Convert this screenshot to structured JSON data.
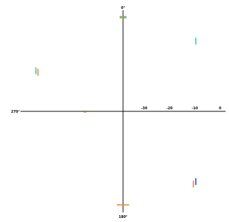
{
  "chart_data": {
    "type": "scatter",
    "coordinate_system": "polar",
    "title": "",
    "radial_axis": {
      "range": [
        -40,
        0
      ],
      "ticks": [
        -30,
        -20,
        -10,
        0
      ],
      "tick_labels": [
        "-30",
        "-20",
        "-10",
        "0"
      ]
    },
    "angular_axis": {
      "ticks": [
        0,
        180,
        270
      ],
      "tick_labels": [
        "0°",
        "180°",
        "270°"
      ],
      "direction": "clockwise",
      "zero_position": "top"
    },
    "grid": false,
    "legend": "none",
    "series": [
      {
        "color": "#e8882c",
        "points": [
          {
            "theta": 0,
            "r": -3
          },
          {
            "theta": 180,
            "r": -3
          },
          {
            "theta": 270,
            "r": -25
          },
          {
            "theta": 136,
            "r": 0
          },
          {
            "theta": 294,
            "r": -2
          }
        ]
      },
      {
        "color": "#2ec8a0",
        "points": [
          {
            "theta": 0,
            "r": -2
          },
          {
            "theta": 46,
            "r": 0
          },
          {
            "theta": 295,
            "r": -2
          }
        ]
      },
      {
        "color": "#1f3fd0",
        "points": [
          {
            "theta": 134,
            "r": 0
          }
        ]
      }
    ],
    "colors": {
      "axis": "#000000",
      "background": "#ffffff"
    }
  }
}
